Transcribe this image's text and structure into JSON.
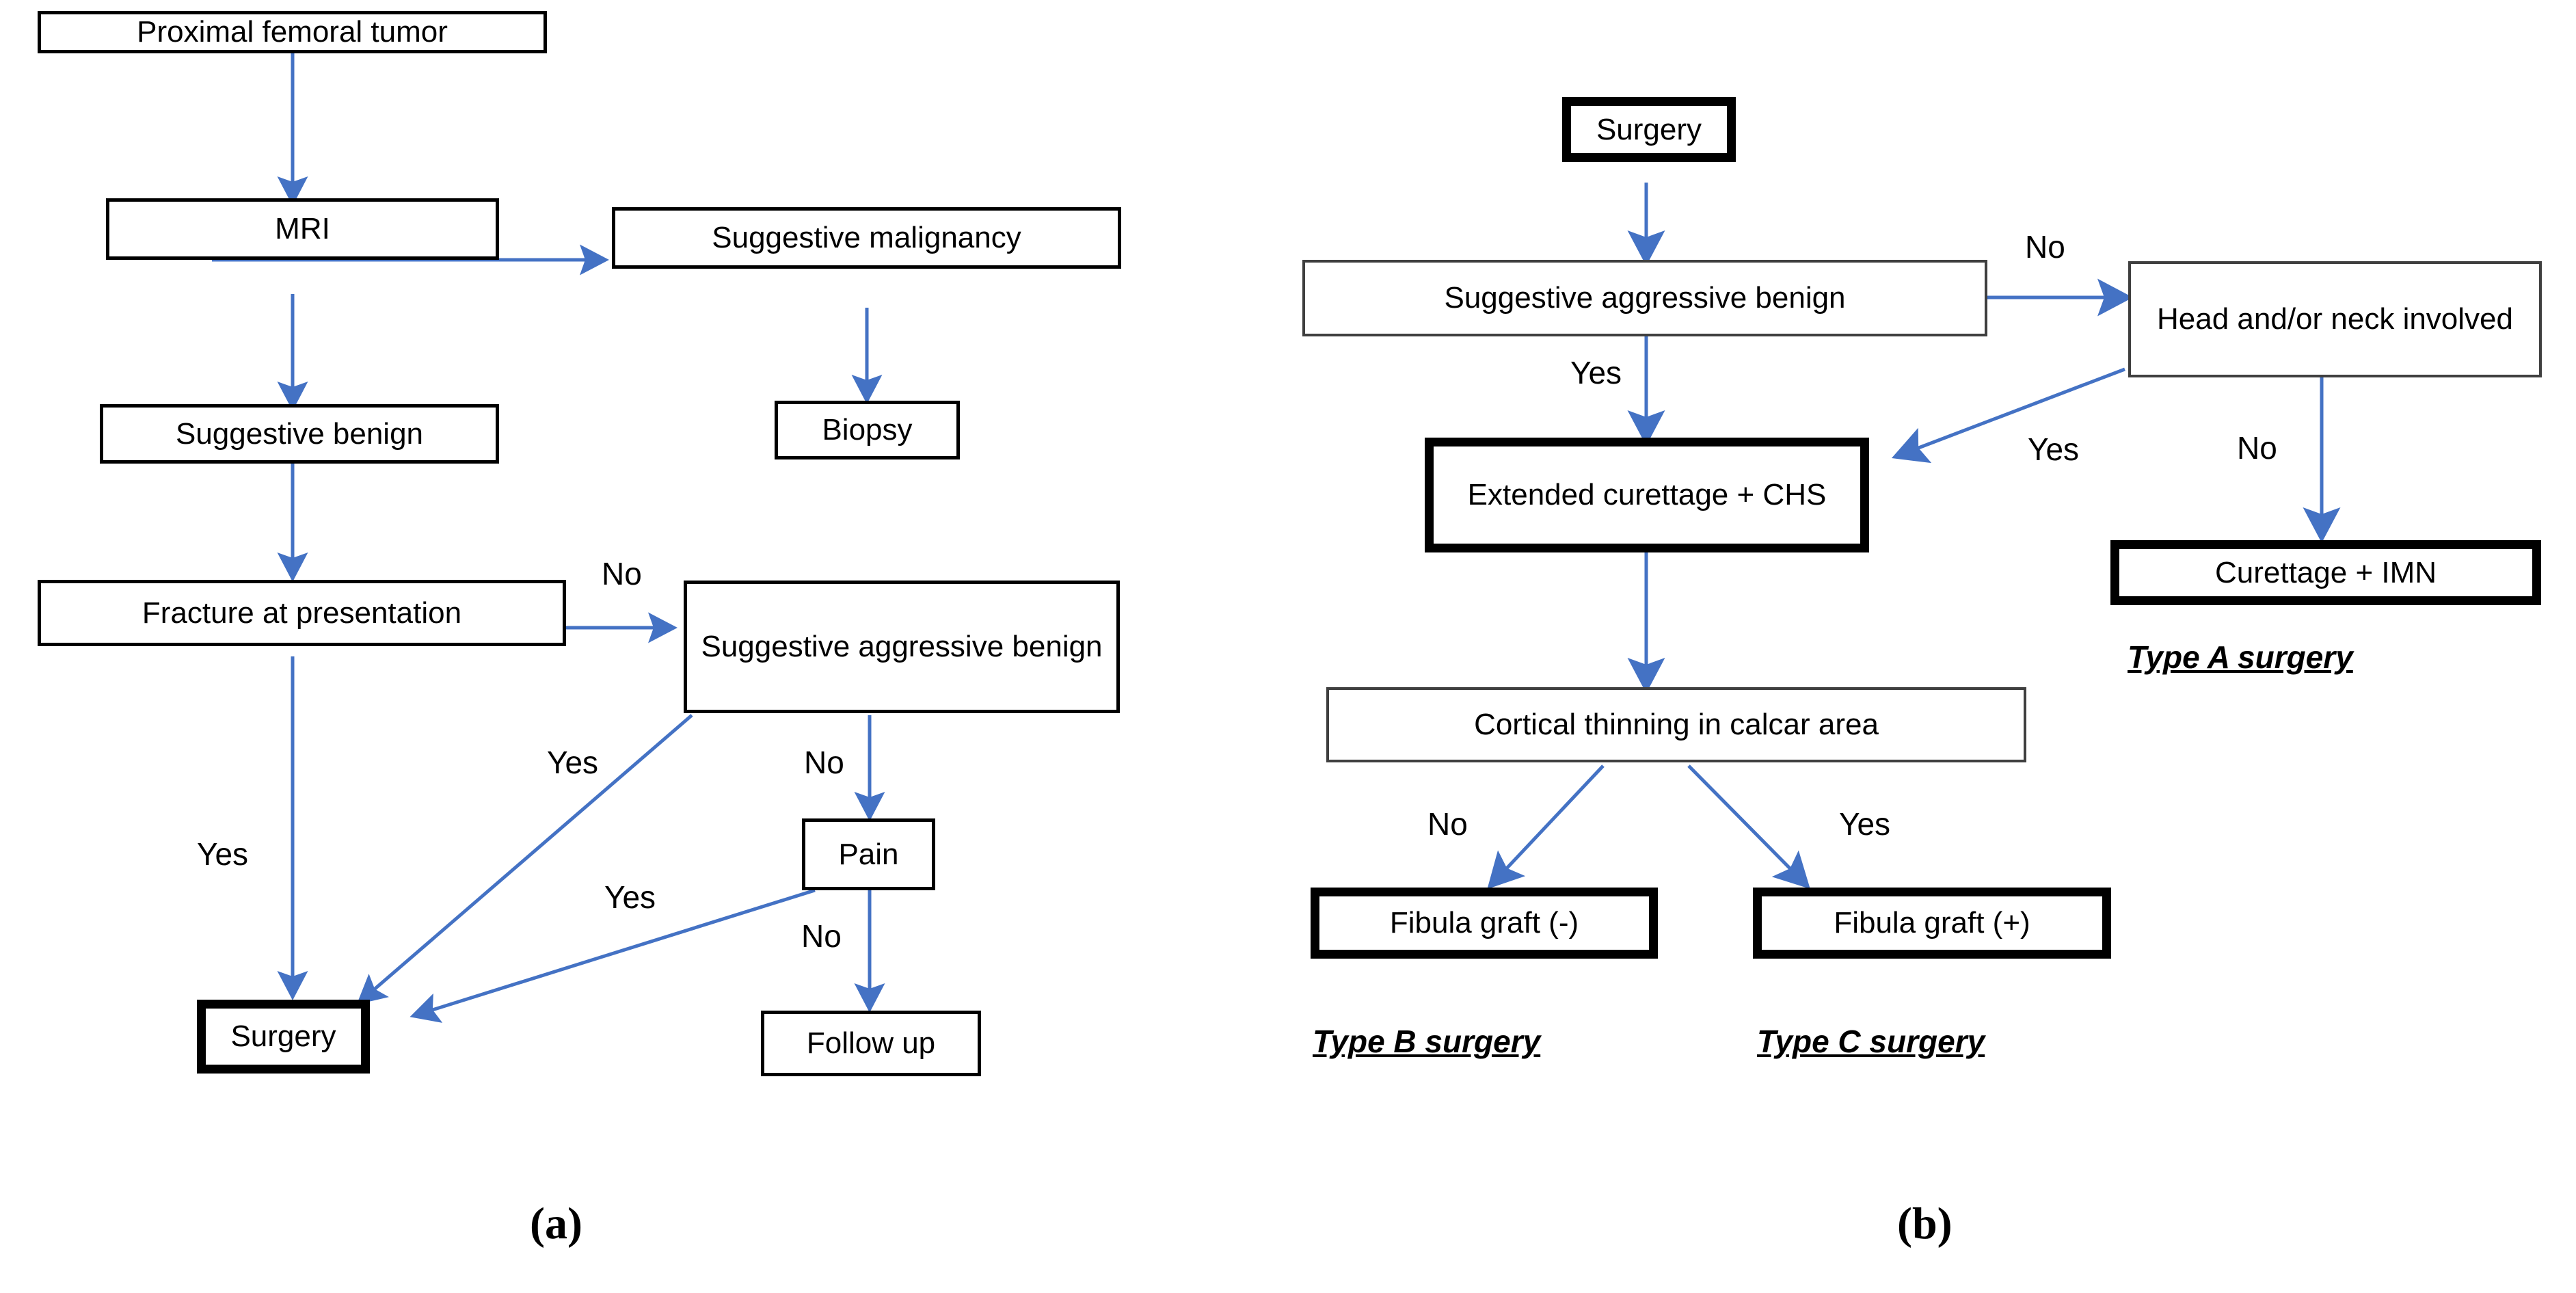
{
  "figure": {
    "background": "#ffffff",
    "edge_color": "#4472C4",
    "box_border_color": "#000000",
    "thin_box_border_color": "#3f3f3f"
  },
  "panels": [
    {
      "id": "a",
      "caption": "(a)",
      "nodes": [
        {
          "id": "a-proximal-femoral-tumor",
          "label": "Proximal femoral tumor",
          "emphasis": "normal"
        },
        {
          "id": "a-mri",
          "label": "MRI",
          "emphasis": "normal"
        },
        {
          "id": "a-suggestive-malignancy",
          "label": "Suggestive malignancy",
          "emphasis": "normal"
        },
        {
          "id": "a-biopsy",
          "label": "Biopsy",
          "emphasis": "normal"
        },
        {
          "id": "a-suggestive-benign",
          "label": "Suggestive benign",
          "emphasis": "normal"
        },
        {
          "id": "a-fracture-at-presentation",
          "label": "Fracture at presentation",
          "emphasis": "normal"
        },
        {
          "id": "a-suggestive-aggressive-benign",
          "label": "Suggestive aggressive benign",
          "emphasis": "normal"
        },
        {
          "id": "a-pain",
          "label": "Pain",
          "emphasis": "normal"
        },
        {
          "id": "a-surgery",
          "label": "Surgery",
          "emphasis": "thick"
        },
        {
          "id": "a-follow-up",
          "label": "Follow up",
          "emphasis": "normal"
        }
      ],
      "edges": [
        {
          "from": "a-proximal-femoral-tumor",
          "to": "a-mri",
          "label": ""
        },
        {
          "from": "a-mri",
          "to": "a-suggestive-malignancy",
          "label": ""
        },
        {
          "from": "a-suggestive-malignancy",
          "to": "a-biopsy",
          "label": ""
        },
        {
          "from": "a-mri",
          "to": "a-suggestive-benign",
          "label": ""
        },
        {
          "from": "a-suggestive-benign",
          "to": "a-fracture-at-presentation",
          "label": ""
        },
        {
          "from": "a-fracture-at-presentation",
          "to": "a-suggestive-aggressive-benign",
          "label": "No"
        },
        {
          "from": "a-fracture-at-presentation",
          "to": "a-surgery",
          "label": "Yes"
        },
        {
          "from": "a-suggestive-aggressive-benign",
          "to": "a-surgery",
          "label": "Yes"
        },
        {
          "from": "a-suggestive-aggressive-benign",
          "to": "a-pain",
          "label": "No"
        },
        {
          "from": "a-pain",
          "to": "a-surgery",
          "label": "Yes"
        },
        {
          "from": "a-pain",
          "to": "a-follow-up",
          "label": "No"
        }
      ],
      "edge_labels": [
        "No",
        "Yes",
        "Yes",
        "No",
        "Yes",
        "No"
      ]
    },
    {
      "id": "b",
      "caption": "(b)",
      "nodes": [
        {
          "id": "b-surgery",
          "label": "Surgery",
          "emphasis": "thick"
        },
        {
          "id": "b-suggestive-aggressive-benign",
          "label": "Suggestive aggressive benign",
          "emphasis": "thin"
        },
        {
          "id": "b-head-neck-involved",
          "label": "Head and/or neck involved",
          "emphasis": "thin"
        },
        {
          "id": "b-extended-curettage-chs",
          "label": "Extended curettage + CHS",
          "emphasis": "thick"
        },
        {
          "id": "b-curettage-imn",
          "label": "Curettage + IMN",
          "emphasis": "thick"
        },
        {
          "id": "b-cortical-thinning",
          "label": "Cortical thinning in calcar area",
          "emphasis": "thin"
        },
        {
          "id": "b-fibula-graft-minus",
          "label": "Fibula graft (-)",
          "emphasis": "thick"
        },
        {
          "id": "b-fibula-graft-plus",
          "label": "Fibula graft (+)",
          "emphasis": "thick"
        }
      ],
      "edges": [
        {
          "from": "b-surgery",
          "to": "b-suggestive-aggressive-benign",
          "label": ""
        },
        {
          "from": "b-suggestive-aggressive-benign",
          "to": "b-head-neck-involved",
          "label": "No"
        },
        {
          "from": "b-suggestive-aggressive-benign",
          "to": "b-extended-curettage-chs",
          "label": "Yes"
        },
        {
          "from": "b-head-neck-involved",
          "to": "b-extended-curettage-chs",
          "label": "Yes"
        },
        {
          "from": "b-head-neck-involved",
          "to": "b-curettage-imn",
          "label": "No"
        },
        {
          "from": "b-extended-curettage-chs",
          "to": "b-cortical-thinning",
          "label": ""
        },
        {
          "from": "b-cortical-thinning",
          "to": "b-fibula-graft-minus",
          "label": "No"
        },
        {
          "from": "b-cortical-thinning",
          "to": "b-fibula-graft-plus",
          "label": "Yes"
        }
      ],
      "type_labels": [
        {
          "id": "type-a",
          "text": "Type A surgery"
        },
        {
          "id": "type-b",
          "text": "Type B surgery"
        },
        {
          "id": "type-c",
          "text": "Type C surgery"
        }
      ]
    }
  ],
  "a": {
    "n0": "Proximal femoral tumor",
    "n1": "MRI",
    "n2": "Suggestive malignancy",
    "n3": "Biopsy",
    "n4": "Suggestive benign",
    "n5": "Fracture at presentation",
    "n6": "Suggestive aggressive benign",
    "n7": "Pain",
    "n8": "Surgery",
    "n9": "Follow up",
    "l_no_fracture": "No",
    "l_yes_fracture": "Yes",
    "l_yes_sab": "Yes",
    "l_no_sab": "No",
    "l_yes_pain": "Yes",
    "l_no_pain": "No",
    "caption": "(a)"
  },
  "b": {
    "n0": "Surgery",
    "n1": "Suggestive aggressive benign",
    "n2": "Head and/or neck involved",
    "n3": "Extended curettage + CHS",
    "n4": "Curettage + IMN",
    "n5": "Cortical thinning in calcar area",
    "n6": "Fibula graft (-)",
    "n7": "Fibula graft (+)",
    "l_no_sab": "No",
    "l_yes_sab": "Yes",
    "l_yes_head": "Yes",
    "l_no_head": "No",
    "l_no_cort": "No",
    "l_yes_cort": "Yes",
    "t_a": "Type A surgery",
    "t_b": "Type B surgery",
    "t_c": "Type C surgery",
    "caption": "(b)"
  }
}
